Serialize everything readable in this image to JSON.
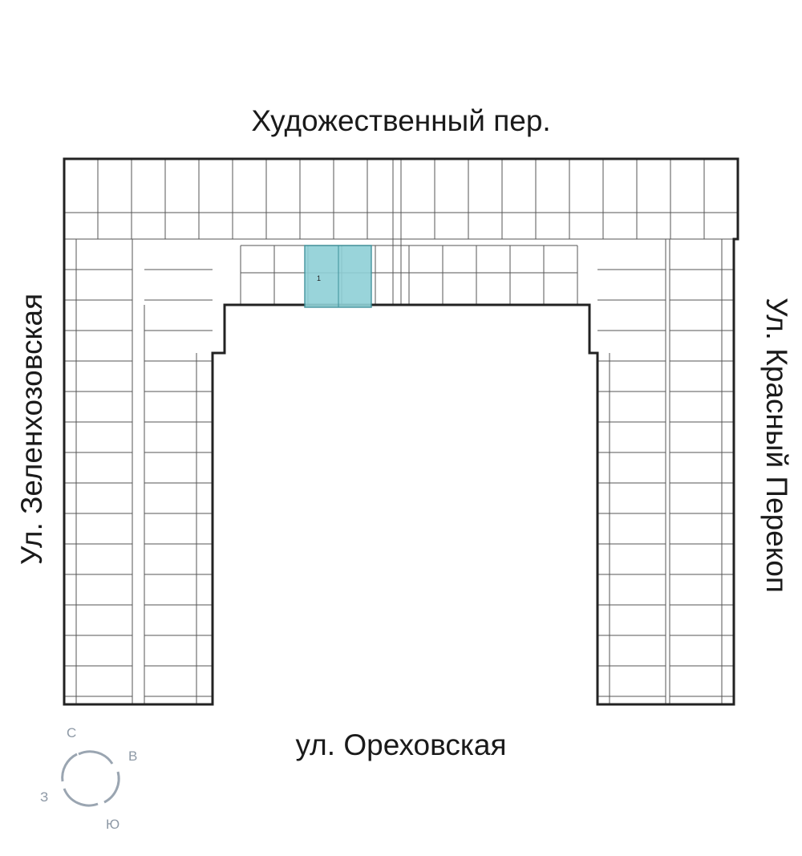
{
  "streets": {
    "top": "Художественный пер.",
    "bottom": "ул. Ореховская",
    "left": "Ул. Зеленхозовская",
    "right": "Ул. Красный Перекоп"
  },
  "compass": {
    "north": "С",
    "east": "В",
    "west": "З",
    "south": "Ю"
  },
  "highlighted_apartment": {
    "rooms": "1",
    "color": "#8fd0d6"
  },
  "colors": {
    "walls": "#333333",
    "compass": "#9aa5b1"
  }
}
